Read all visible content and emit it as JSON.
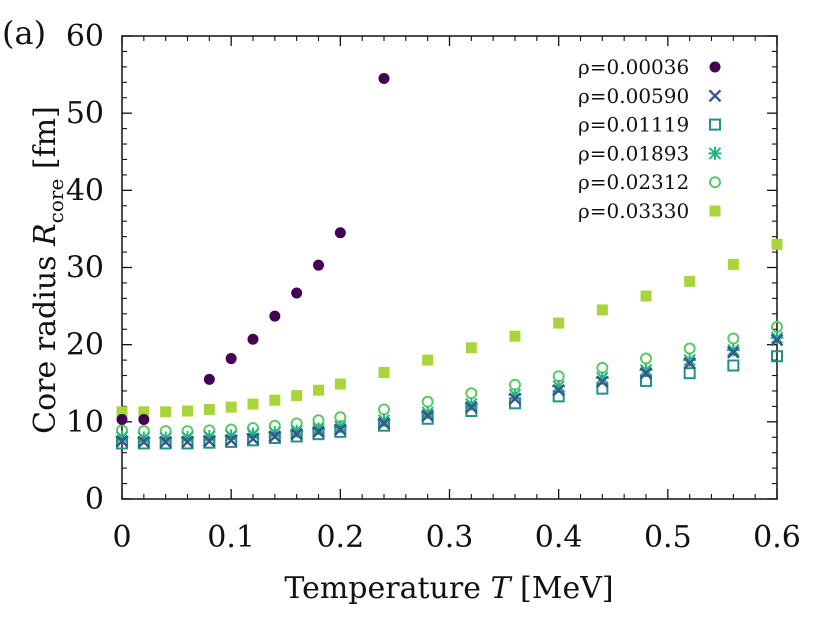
{
  "chart_data": {
    "type": "scatter",
    "panel_label": "(a)",
    "xlabel": "Temperature T [MeV]",
    "ylabel": "Core radius R_core [fm]",
    "xlim": [
      0,
      0.6
    ],
    "ylim": [
      0,
      60
    ],
    "xticks": [
      0,
      0.1,
      0.2,
      0.3,
      0.4,
      0.5,
      0.6
    ],
    "xtick_labels": [
      "0",
      "0.1",
      "0.2",
      "0.3",
      "0.4",
      "0.5",
      "0.6"
    ],
    "yticks": [
      0,
      10,
      20,
      30,
      40,
      50,
      60
    ],
    "ytick_labels": [
      "0",
      "10",
      "20",
      "30",
      "40",
      "50",
      "60"
    ],
    "grid": false,
    "legend_position": "top-right",
    "series": [
      {
        "name": "ρ=0.00036",
        "marker": "filled-circle",
        "color": "#440154",
        "x": [
          0,
          0.02,
          0.08,
          0.1,
          0.12,
          0.14,
          0.16,
          0.18,
          0.2,
          0.24
        ],
        "y": [
          10.3,
          10.3,
          15.5,
          18.2,
          20.7,
          23.7,
          26.7,
          30.3,
          34.5,
          54.5
        ]
      },
      {
        "name": "ρ=0.00590",
        "marker": "x",
        "color": "#3b528b",
        "x": [
          0,
          0.02,
          0.04,
          0.06,
          0.08,
          0.1,
          0.12,
          0.14,
          0.16,
          0.18,
          0.2,
          0.24,
          0.28,
          0.32,
          0.36,
          0.4,
          0.44,
          0.48,
          0.52,
          0.56,
          0.6
        ],
        "y": [
          7.5,
          7.4,
          7.4,
          7.4,
          7.5,
          7.6,
          7.8,
          8.1,
          8.4,
          8.7,
          9.0,
          9.8,
          10.8,
          11.9,
          13.0,
          14.1,
          15.2,
          16.3,
          17.6,
          19.0,
          20.6
        ]
      },
      {
        "name": "ρ=0.01119",
        "marker": "open-square",
        "color": "#21918c",
        "x": [
          0,
          0.02,
          0.04,
          0.06,
          0.08,
          0.1,
          0.12,
          0.14,
          0.16,
          0.18,
          0.2,
          0.24,
          0.28,
          0.32,
          0.36,
          0.4,
          0.44,
          0.48,
          0.52,
          0.56,
          0.6
        ],
        "y": [
          7.2,
          7.2,
          7.2,
          7.2,
          7.3,
          7.4,
          7.6,
          7.9,
          8.1,
          8.4,
          8.7,
          9.5,
          10.4,
          11.4,
          12.4,
          13.3,
          14.3,
          15.3,
          16.3,
          17.3,
          18.5
        ]
      },
      {
        "name": "ρ=0.01893",
        "marker": "asterisk",
        "color": "#25b584",
        "x": [
          0,
          0.02,
          0.04,
          0.06,
          0.08,
          0.1,
          0.12,
          0.14,
          0.16,
          0.18,
          0.2,
          0.24,
          0.28,
          0.32,
          0.36,
          0.4,
          0.44,
          0.48,
          0.52,
          0.56,
          0.6
        ],
        "y": [
          8.0,
          7.9,
          7.9,
          8.0,
          8.1,
          8.2,
          8.4,
          8.6,
          8.8,
          9.1,
          9.4,
          10.2,
          11.2,
          12.3,
          13.5,
          14.6,
          15.7,
          16.7,
          18.0,
          19.3,
          20.9
        ]
      },
      {
        "name": "ρ=0.02312",
        "marker": "open-circle",
        "color": "#5ec962",
        "x": [
          0,
          0.02,
          0.04,
          0.06,
          0.08,
          0.1,
          0.12,
          0.14,
          0.16,
          0.18,
          0.2,
          0.24,
          0.28,
          0.32,
          0.36,
          0.4,
          0.44,
          0.48,
          0.52,
          0.56,
          0.6
        ],
        "y": [
          8.9,
          8.8,
          8.8,
          8.8,
          8.9,
          9.0,
          9.2,
          9.5,
          9.8,
          10.2,
          10.6,
          11.6,
          12.6,
          13.7,
          14.8,
          15.9,
          17.0,
          18.2,
          19.5,
          20.8,
          22.3
        ]
      },
      {
        "name": "ρ=0.03330",
        "marker": "filled-square",
        "color": "#a8d63a",
        "x": [
          0,
          0.02,
          0.04,
          0.06,
          0.08,
          0.1,
          0.12,
          0.14,
          0.16,
          0.18,
          0.2,
          0.24,
          0.28,
          0.32,
          0.36,
          0.4,
          0.44,
          0.48,
          0.52,
          0.56,
          0.6
        ],
        "y": [
          11.3,
          11.3,
          11.3,
          11.4,
          11.6,
          11.9,
          12.3,
          12.8,
          13.4,
          14.1,
          14.9,
          16.4,
          18.0,
          19.6,
          21.1,
          22.8,
          24.5,
          26.3,
          28.2,
          30.4,
          33.0
        ]
      }
    ]
  }
}
